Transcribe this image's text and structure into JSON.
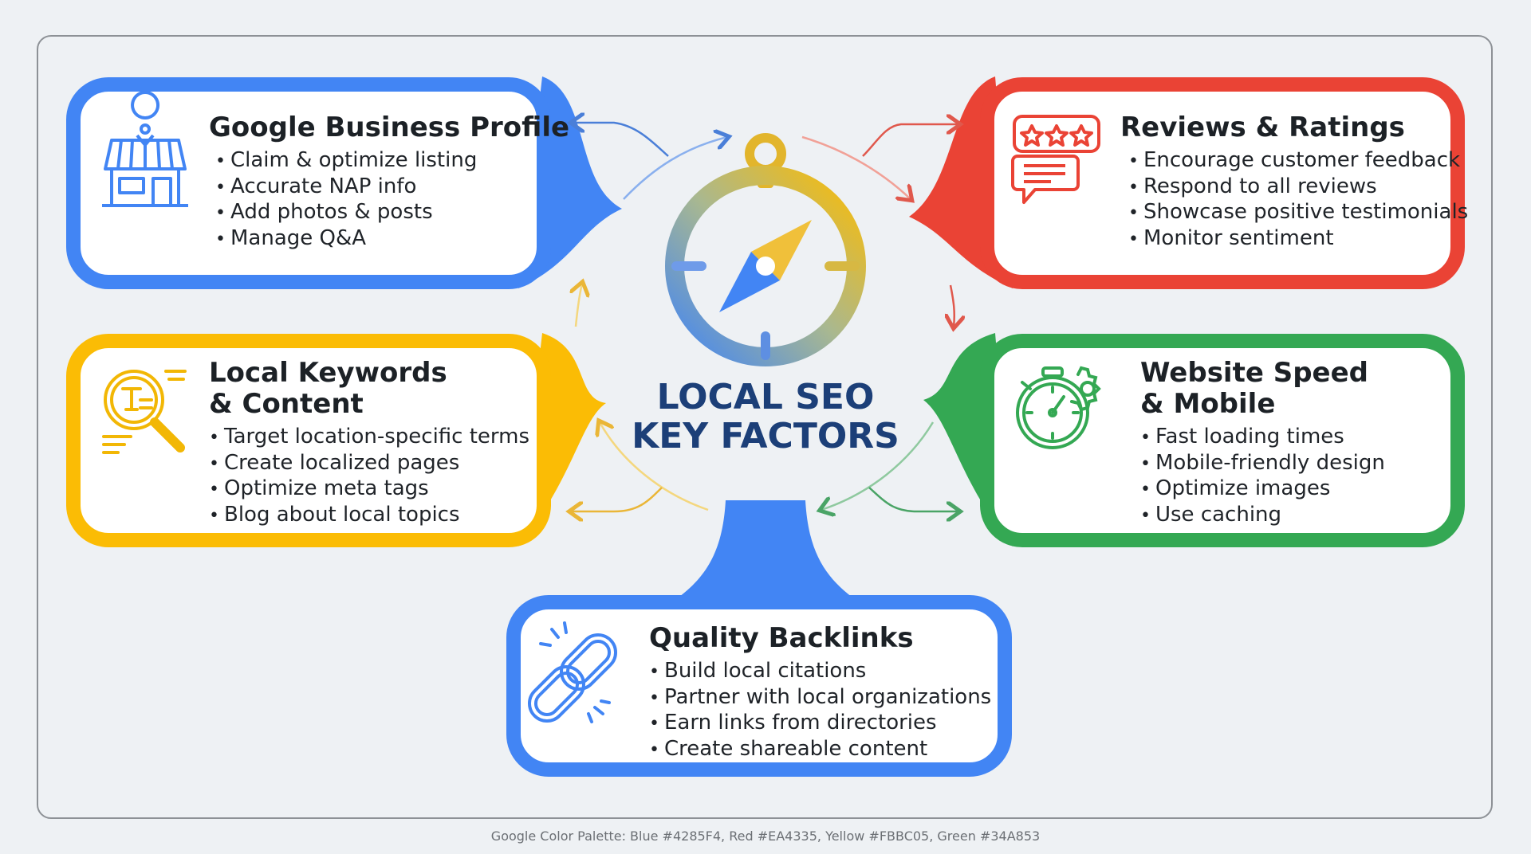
{
  "center": {
    "line1": "LOCAL SEO",
    "line2": "KEY FACTORS"
  },
  "cards": {
    "gbp": {
      "color": "#4285F4",
      "icon": "storefront-location-icon",
      "title": "Google Business Profile",
      "items": [
        "Claim & optimize listing",
        "Accurate NAP info",
        "Add photos & posts",
        "Manage Q&A"
      ]
    },
    "reviews": {
      "color": "#EA4335",
      "icon": "review-stars-chat-icon",
      "title": "Reviews & Ratings",
      "items": [
        "Encourage customer feedback",
        "Respond to all reviews",
        "Showcase positive testimonials",
        "Monitor sentiment"
      ]
    },
    "keywords": {
      "color": "#FBBC05",
      "icon": "text-magnifier-icon",
      "title_line1": "Local Keywords",
      "title_line2": "& Content",
      "items": [
        "Target location-specific terms",
        "Create localized pages",
        "Optimize meta tags",
        "Blog about local topics"
      ]
    },
    "speed": {
      "color": "#34A853",
      "icon": "stopwatch-gear-icon",
      "title_line1": "Website Speed",
      "title_line2": "& Mobile",
      "items": [
        "Fast loading times",
        "Mobile-friendly design",
        "Optimize images",
        "Use caching"
      ]
    },
    "backlinks": {
      "color": "#4285F4",
      "icon": "chain-link-icon",
      "title": "Quality Backlinks",
      "items": [
        "Build local citations",
        "Partner with local organizations",
        "Earn links from directories",
        "Create shareable content"
      ]
    }
  },
  "footer": "Google Color Palette: Blue #4285F4, Red #EA4335, Yellow #FBBC05, Green #34A853"
}
